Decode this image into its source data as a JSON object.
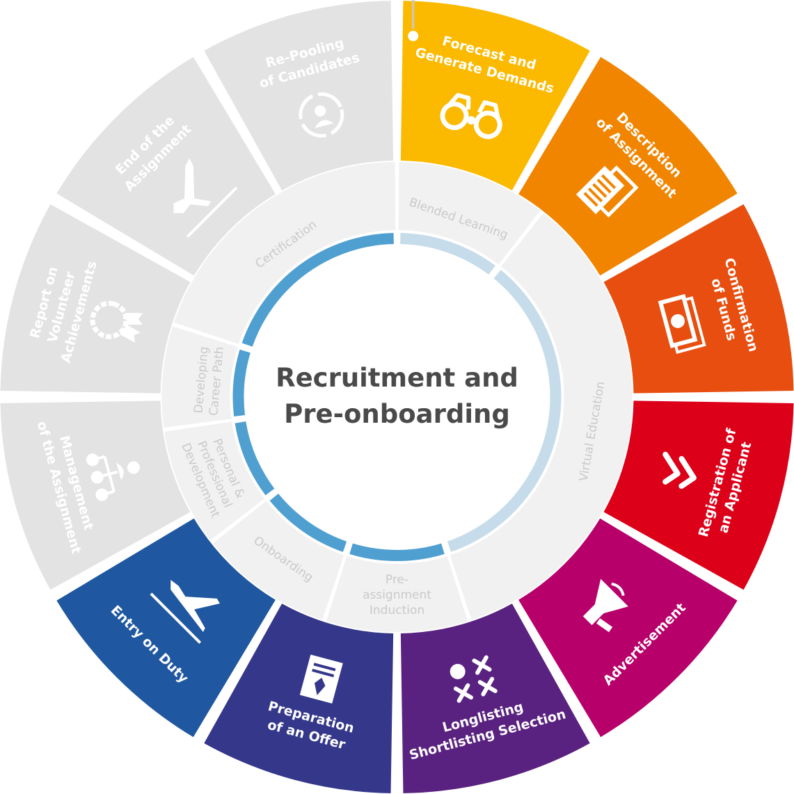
{
  "colors": {
    "inactive": "#e3e3e3",
    "inner_ring": "#f1f1f1",
    "progress_active": "#4f9fd1",
    "progress_inactive": "#c6dcea"
  },
  "center": {
    "line1": "Recruitment and",
    "line2": "Pre-onboarding"
  },
  "steps": [
    {
      "lines": [
        "Forecast and",
        "Generate Demands"
      ],
      "icon": "binoculars-icon",
      "color": "#fbb900",
      "active": true,
      "flag": true
    },
    {
      "lines": [
        "Description",
        "of Assignment"
      ],
      "icon": "document-icon",
      "color": "#f18500",
      "active": true
    },
    {
      "lines": [
        "Confirmation",
        "of Funds"
      ],
      "icon": "money-icon",
      "color": "#e74e0f",
      "active": true
    },
    {
      "lines": [
        "Registration of",
        "an Applicant"
      ],
      "icon": "double-check-icon",
      "color": "#dc0018",
      "active": true
    },
    {
      "lines": [
        "Advertisement"
      ],
      "icon": "megaphone-icon",
      "color": "#b8006a",
      "active": true
    },
    {
      "lines": [
        "Longlisting",
        "Shortlisting Selection"
      ],
      "icon": "tic-tac-toe-icon",
      "color": "#5a2280",
      "active": true
    },
    {
      "lines": [
        "Preparation",
        "of an Offer"
      ],
      "icon": "contract-pen-icon",
      "color": "#34378a",
      "active": true
    },
    {
      "lines": [
        "Entry on Duty"
      ],
      "icon": "plane-landing-icon",
      "color": "#1f57a0",
      "active": true
    },
    {
      "lines": [
        "Management",
        "of the Assignment"
      ],
      "icon": "org-chart-icon",
      "color": "#e3e3e3",
      "active": false
    },
    {
      "lines": [
        "Report on",
        "Volunteer",
        "Achievements"
      ],
      "icon": "award-icon",
      "color": "#e3e3e3",
      "active": false
    },
    {
      "lines": [
        "End of the",
        "Assignment"
      ],
      "icon": "plane-takeoff-icon",
      "color": "#e3e3e3",
      "active": false
    },
    {
      "lines": [
        "Re-Pooling",
        "of Candidates"
      ],
      "icon": "user-cycle-icon",
      "color": "#e3e3e3",
      "active": false
    }
  ],
  "phases": [
    {
      "lines": [
        "Blended Learning"
      ]
    },
    {
      "lines": [
        "Virtual Education"
      ]
    },
    {
      "lines": [
        "Pre-",
        "assignment",
        "Induction"
      ]
    },
    {
      "lines": [
        "Onboarding"
      ]
    },
    {
      "lines": [
        "Personal &",
        "Professional",
        "Development"
      ]
    },
    {
      "lines": [
        "Developing",
        "Career Path"
      ]
    },
    {
      "lines": [
        "Certification"
      ]
    }
  ],
  "progress": {
    "completed_phases": [
      "Certification",
      "Developing Career Path",
      "Personal & Professional Development",
      "Onboarding",
      "Pre-assignment Induction"
    ]
  }
}
